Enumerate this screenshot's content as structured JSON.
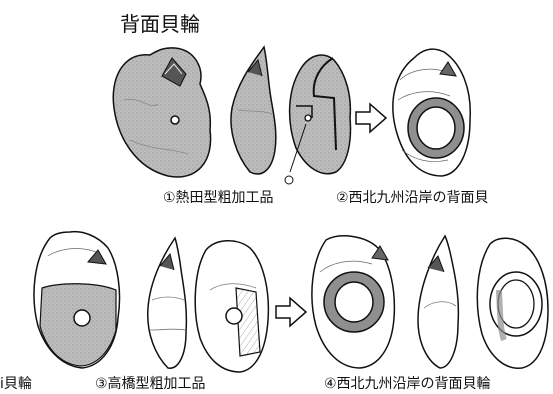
{
  "title": "背面貝輪",
  "captions": {
    "top_left": "①熱田型粗加工品",
    "top_right": "②西北九州沿岸の背面貝",
    "bottom_left_partial": "i貝輪",
    "bottom_middle": "③高橋型粗加工品",
    "bottom_right": "④西北九州沿岸の背面貝輪"
  },
  "colors": {
    "stipple": "#b9b9b9",
    "ink": "#111111",
    "band": "#8f8f8f",
    "paper": "#ffffff"
  }
}
